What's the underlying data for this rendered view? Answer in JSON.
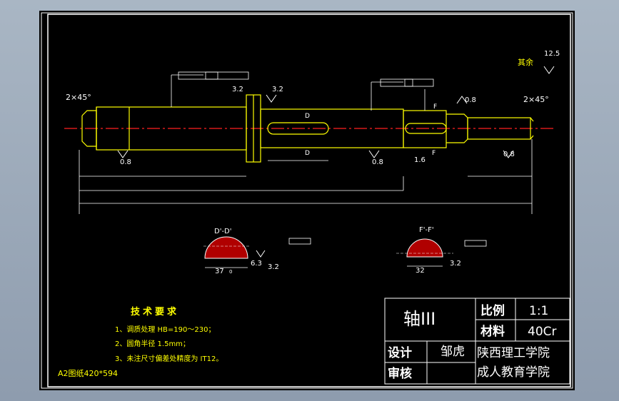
{
  "drawing": {
    "chamfer_left": "2×45°",
    "chamfer_right": "2×45°",
    "roughness_rest": {
      "label": "其余",
      "value": "12.5"
    },
    "surface_roughness": [
      "0.8",
      "0.8",
      "0.8",
      "0.8",
      "1.6",
      "3.2",
      "3.2"
    ],
    "section_markers": [
      "D",
      "D",
      "F",
      "F"
    ],
    "section_d": {
      "title": "D'-D'",
      "dim_bottom": "37",
      "tol": "0",
      "roughness": "6.3",
      "roughness2": "3.2"
    },
    "section_f": {
      "title": "F'-F'",
      "dim_bottom": "32",
      "roughness": "3.2"
    },
    "tech_requirements": {
      "title": "技术要求",
      "items": [
        "1、调质处理 HB=190～230；",
        "2、圆角半径 1.5mm；",
        "3、未注尺寸偏差处精度为 IT12。"
      ]
    },
    "paper_size": "A2图纸420*594"
  },
  "title_block": {
    "part_name": "轴III",
    "scale_label": "比例",
    "scale_value": "1:1",
    "material_label": "材料",
    "material_value": "40Cr",
    "designer_label": "设计",
    "designer_value": "邹虎",
    "reviewer_label": "审核",
    "school_line1": "陕西理工学院",
    "school_line2": "成人教育学院"
  },
  "colors": {
    "background": "#000000",
    "line_white": "#ffffff",
    "line_yellow": "#ffff00",
    "centerline_red": "#ff0000",
    "dimension_green": "#00c800"
  }
}
